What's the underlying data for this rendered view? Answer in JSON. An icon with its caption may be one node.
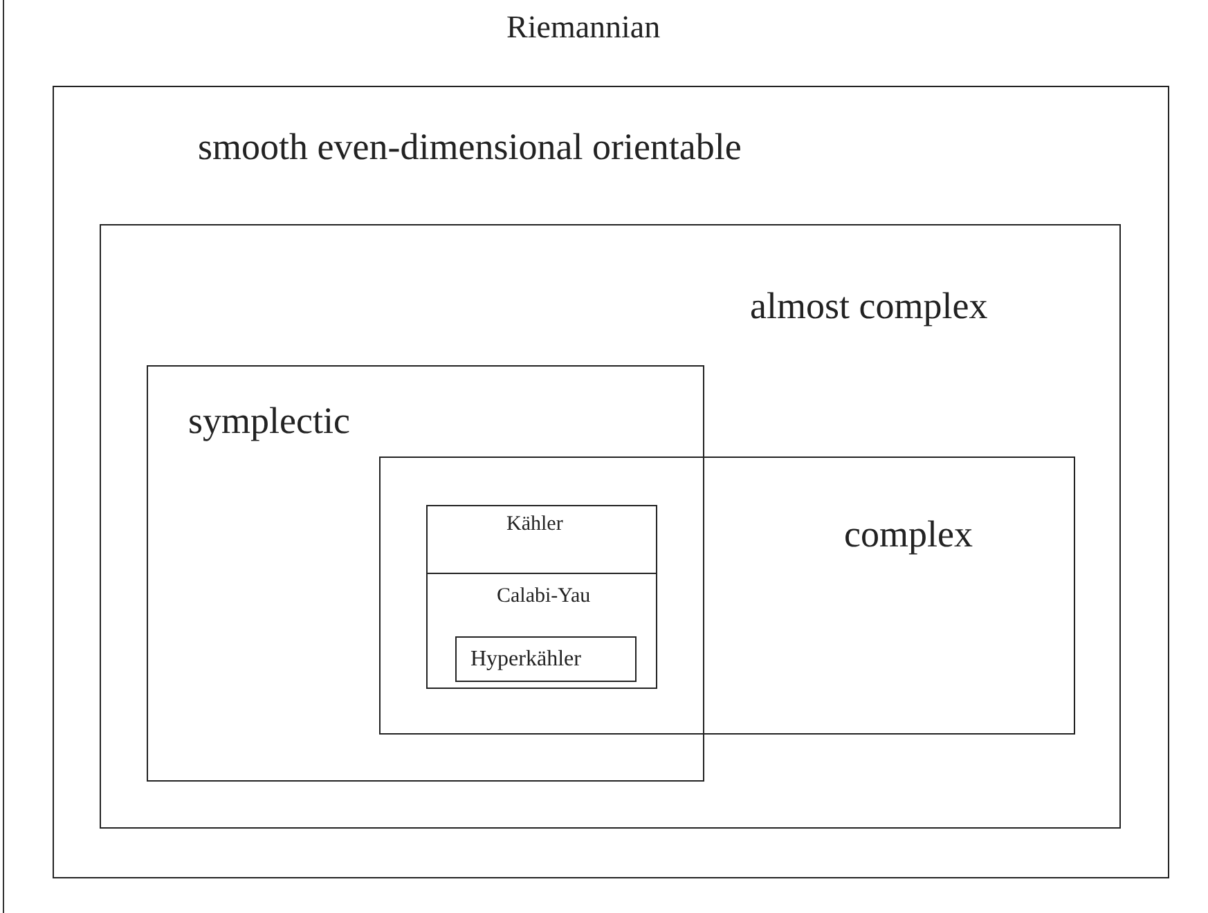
{
  "diagram": {
    "nodes": [
      {
        "text": [
          "Riemannian"
        ]
      },
      {
        "text": [
          "smooth even-dimensional orientable"
        ],
        "in": 0
      },
      {
        "text": [
          "almost complex"
        ],
        "in": 1
      },
      {
        "text": [
          "symplectic"
        ],
        "in": 2
      },
      {
        "text": [
          "complex"
        ],
        "in": 2
      },
      {
        "text": [
          "Kähler"
        ]
      },
      {
        "text": [
          "Calabi-Yau"
        ],
        "in": 5
      },
      {
        "text": [
          "Hyperkähler"
        ],
        "in": 6
      }
    ]
  }
}
